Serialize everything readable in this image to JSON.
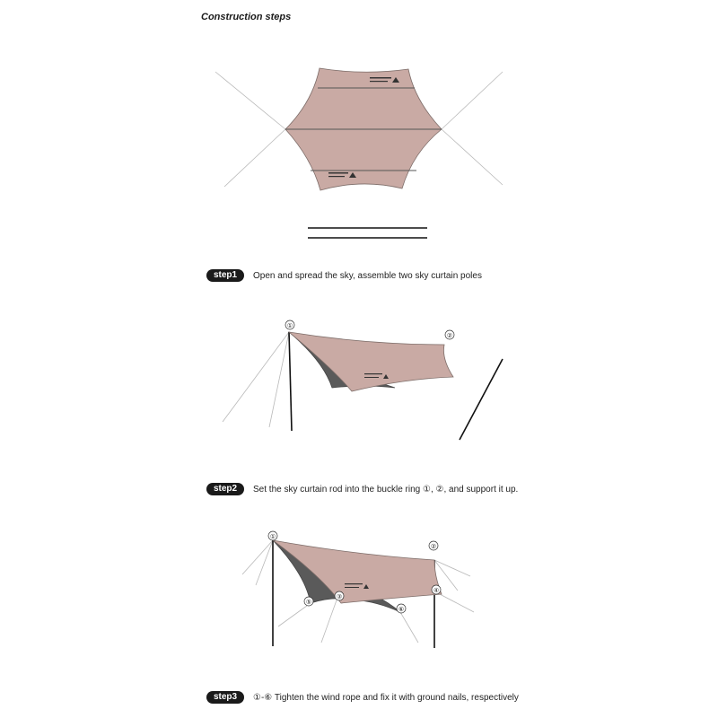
{
  "title": "Construction steps",
  "steps": [
    {
      "badge": "step1",
      "text": "Open and spread the sky, assemble two sky curtain poles"
    },
    {
      "badge": "step2",
      "text": "Set the sky curtain rod into the buckle ring ①, ②, and support it up."
    },
    {
      "badge": "step3",
      "text": "①-⑥ Tighten the wind rope and fix it with ground nails, respectively"
    }
  ],
  "markers": {
    "m1": "①",
    "m2": "②",
    "m3": "③",
    "m4": "④",
    "m5": "⑤",
    "m6": "⑥"
  },
  "colors": {
    "tarp": "#c9aaa4",
    "tarp_shadow": "#5a5a5a",
    "rope": "#b9b9b9",
    "pole": "#111111",
    "badge": "#1a1a1a"
  }
}
